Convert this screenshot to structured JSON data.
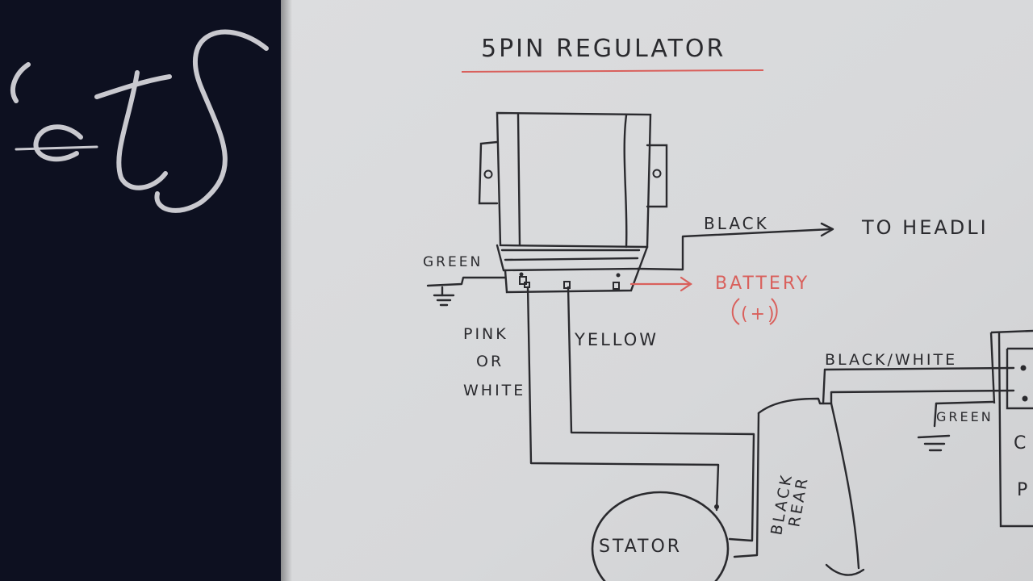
{
  "title": "5PIN REGULATOR",
  "labels": {
    "black_headlight": "BLACK",
    "to_headlight": "TO HEADLI",
    "green_ground": "GREEN",
    "battery": "BATTERY",
    "battery_plus": "(+)",
    "pink": "PINK",
    "or": "OR",
    "white": "WHITE",
    "yellow": "YELLOW",
    "black_white": "BLACK/WHITE",
    "green_cdi": "GREEN",
    "black": "BLACK",
    "rear": "REAR",
    "stator": "STATOR",
    "cdi_c": "C",
    "cdi_p": "P"
  },
  "colors": {
    "paper": "#d9dadb",
    "ink": "#2a2a2e",
    "red_ink": "#d9605c",
    "background": "#0d1020",
    "background_script": "#c9c9cf"
  }
}
